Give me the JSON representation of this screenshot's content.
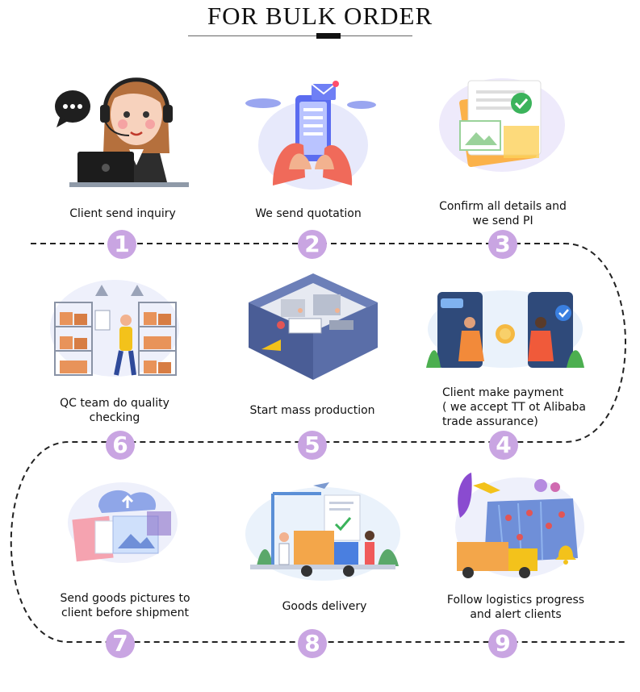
{
  "header": {
    "title": "FOR BULK ORDER"
  },
  "colors": {
    "badge": "#c9a5e2",
    "dash": "#222222",
    "accent_orange": "#f3a64a",
    "accent_blue": "#4a7fe0"
  },
  "steps": [
    {
      "number": "1",
      "label": "Client send inquiry",
      "icon": "customer-service-agent-icon"
    },
    {
      "number": "2",
      "label": "We send quotation",
      "icon": "phone-quotation-icon"
    },
    {
      "number": "3",
      "label": "Confirm all details and\nwe send PI",
      "icon": "document-confirm-icon"
    },
    {
      "number": "4",
      "label": "Client make payment\n( we accept TT ot Alibaba\ntrade assurance)",
      "icon": "payment-icon"
    },
    {
      "number": "5",
      "label": "Start mass production",
      "icon": "factory-icon"
    },
    {
      "number": "6",
      "label": "QC team do quality\nchecking",
      "icon": "warehouse-qc-icon"
    },
    {
      "number": "7",
      "label": "Send goods pictures to\nclient before shipment",
      "icon": "cloud-pictures-icon"
    },
    {
      "number": "8",
      "label": "Goods delivery",
      "icon": "delivery-truck-icon"
    },
    {
      "number": "9",
      "label": "Follow logistics progress\nand alert clients",
      "icon": "logistics-map-icon"
    }
  ]
}
